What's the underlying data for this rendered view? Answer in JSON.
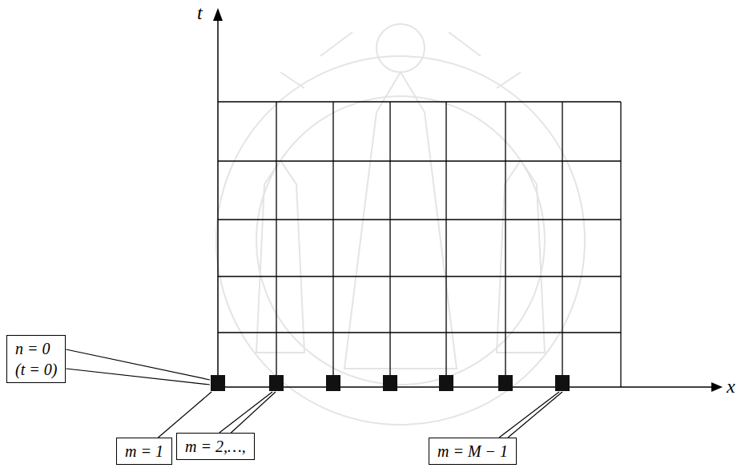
{
  "diagram": {
    "nodes": [
      {
        "text": [
          "n = 0",
          "(t = 0)"
        ]
      },
      {
        "text": [
          "m = 1"
        ]
      },
      {
        "text": [
          "m = 2,…,"
        ]
      },
      {
        "text": [
          "m = M − 1"
        ]
      }
    ],
    "labels": [
      "t",
      "x"
    ]
  }
}
